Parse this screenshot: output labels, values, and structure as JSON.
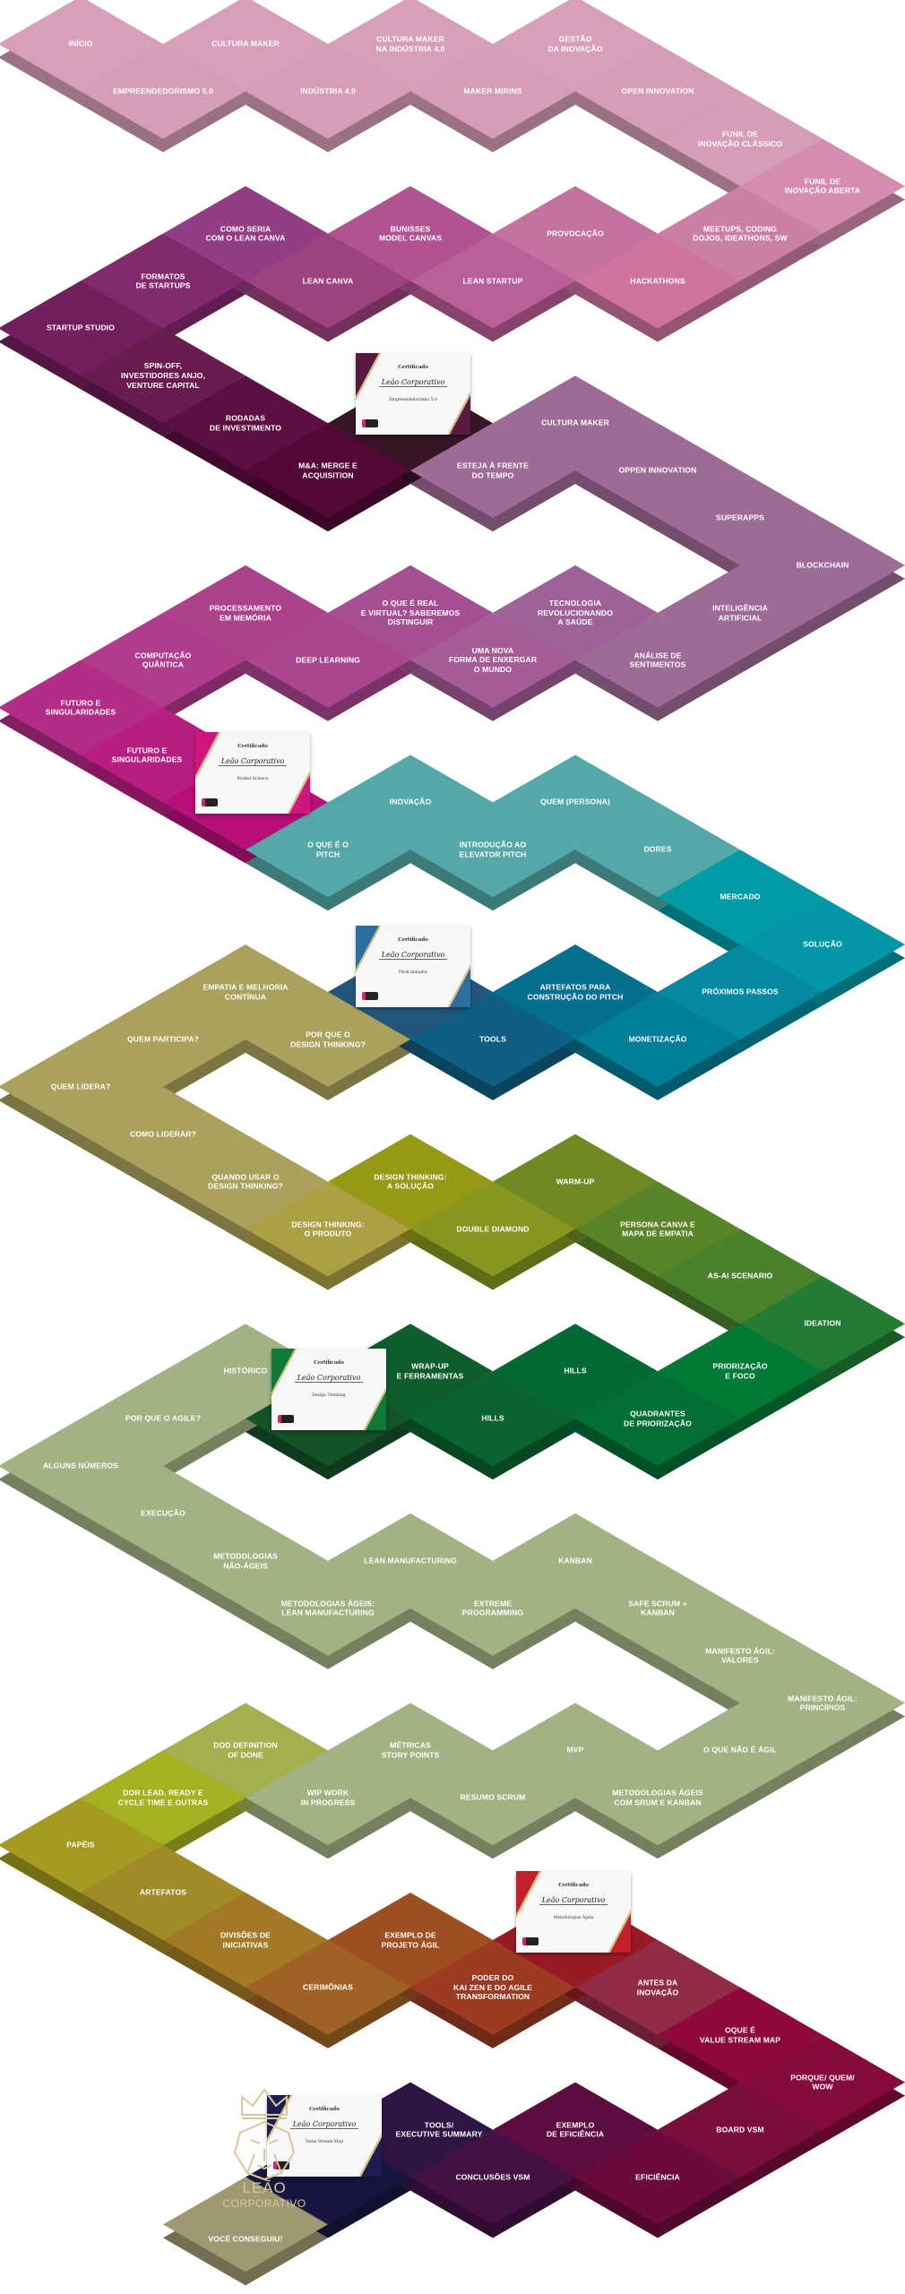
{
  "path": [
    {
      "label": "INÍCIO",
      "color": "#d89fba"
    },
    {
      "label": "EMPREENDEDORISMO 5.0",
      "color": "#d69db8"
    },
    {
      "label": "CULTURA MAKER",
      "color": "#d89fba"
    },
    {
      "label": "INDÚSTRIA 4.0",
      "color": "#d69db8"
    },
    {
      "label": "CULTURA MAKER\nNA INDÚSTRIA 4.0",
      "color": "#d89fba"
    },
    {
      "label": "MAKER MIRINS",
      "color": "#d69db8"
    },
    {
      "label": "GESTÃO\nDA INOVAÇÃO",
      "color": "#d89fba"
    },
    {
      "label": "OPEN INNOVATION",
      "color": "#d69db8"
    },
    {
      "label": "FUNIL DE\nINOVAÇÃO CLÁSSICO",
      "color": "#d69db8"
    },
    {
      "label": "FUNIL DE\nINOVAÇÃO ABERTA",
      "color": "#d48cb0"
    },
    {
      "label": "MEETUPS, CODING\nDOJOS, IDEATHONS, SW",
      "color": "#cc7fa6"
    },
    {
      "label": "HACKATHONS",
      "color": "#cf74a0"
    },
    {
      "label": "PROVOCAÇÃO",
      "color": "#c5719f"
    },
    {
      "label": "LEAN STARTUP",
      "color": "#ba5f98"
    },
    {
      "label": "BUNISSES\nMODEL CANVAS",
      "color": "#b05390"
    },
    {
      "label": "LEAN CANVA",
      "color": "#9e437e"
    },
    {
      "label": "COMO SERIA\nCOM O LEAN CANVA",
      "color": "#933d85"
    },
    {
      "label": "FORMATOS\nDE STARTUPS",
      "color": "#832a6f"
    },
    {
      "label": "STARTUP STUDIO",
      "color": "#741f5d"
    },
    {
      "label": "SPIN-OFF,\nINVESTIDORES ANJO,\nVENTURE CAPITAL",
      "color": "#6a1b50"
    },
    {
      "label": "RODADAS\nDE INVESTIMENTO",
      "color": "#5c0f40"
    },
    {
      "label": "M&A: MERGE E\nACQUISITION",
      "color": "#530835"
    },
    {
      "label": "ESTEJA À FRENTE\nDO TEMPO",
      "color": "#9e6b96"
    },
    {
      "label": "CULTURA MAKER",
      "color": "#9e6b96"
    },
    {
      "label": "OPPEN INNOVATION",
      "color": "#9e6b96"
    },
    {
      "label": "SUPERAPPS",
      "color": "#9e6b96"
    },
    {
      "label": "BLOCKCHAIN",
      "color": "#9e6b96"
    },
    {
      "label": "INTELIGÊNCIA\nARTIFICIAL",
      "color": "#9e6b96"
    },
    {
      "label": "ANÁLISE DE\nSENTIMENTOS",
      "color": "#9e6b96"
    },
    {
      "label": "TECNOLOGIA\nREVOLUCIONANDO\nA SAÚDE",
      "color": "#9e6298"
    },
    {
      "label": "UMA NOVA\nFORMA DE ENXERGAR\nO MUNDO",
      "color": "#a45d97"
    },
    {
      "label": "O QUE É REAL\nE VIRTUAL? SABEREMOS\nDISTINGUIR",
      "color": "#a64f92"
    },
    {
      "label": "DEEP LEARNING",
      "color": "#aa4590"
    },
    {
      "label": "PROCESSAMENTO\nEM MEMÓRIA",
      "color": "#ad428c"
    },
    {
      "label": "COMPUTAÇÃO\nQUÂNTICA",
      "color": "#b13b8c"
    },
    {
      "label": "FUTURO E\nSINGULARIDADES",
      "color": "#b32c87"
    },
    {
      "label": "FUTURO E\nSINGULARIDADES",
      "color": "#b81e81"
    },
    {
      "label": "O QUE É O\nPITCH",
      "color": "#54a8a8"
    },
    {
      "label": "INOVAÇÃO",
      "color": "#54a8a8"
    },
    {
      "label": "INTRODUÇÃO AO\nELEVATOR PITCH",
      "color": "#54a8a8"
    },
    {
      "label": "QUEM (PERSONA)",
      "color": "#54a8a8"
    },
    {
      "label": "DORES",
      "color": "#54a8a8"
    },
    {
      "label": "MERCADO",
      "color": "#009ca5"
    },
    {
      "label": "SOLUÇÃO",
      "color": "#0497a7"
    },
    {
      "label": "PRÓXIMOS PASSOS",
      "color": "#038aa0"
    },
    {
      "label": "MONETIZAÇÃO",
      "color": "#017e98"
    },
    {
      "label": "ARTEFATOS PARA\nCONSTRUÇÃO DO PITCH",
      "color": "#056f8e"
    },
    {
      "label": "TOOLS",
      "color": "#0f5f84"
    },
    {
      "label": "POR QUE O\nDESIGN THINKING?",
      "color": "#aaa25c"
    },
    {
      "label": "EMPATIA E MELHORIA\nCONTÍNUA",
      "color": "#aaa25c"
    },
    {
      "label": "QUEM PARTICIPA?",
      "color": "#aaa25c"
    },
    {
      "label": "QUEM LIDERA?",
      "color": "#aaa25c"
    },
    {
      "label": "COMO LIDERAR?",
      "color": "#aaa25c"
    },
    {
      "label": "QUANDO USAR O\nDESIGN THINKING?",
      "color": "#aaa25c"
    },
    {
      "label": "DESIGN THINKING:\nO PRODUTO",
      "color": "#aba043"
    },
    {
      "label": "DESIGN THINKING:\nA SOLUÇÃO",
      "color": "#949a16"
    },
    {
      "label": "DOUBLE DIAMOND",
      "color": "#86961e"
    },
    {
      "label": "WARM-UP",
      "color": "#6f8a22"
    },
    {
      "label": "PERSONA CANVA E\nMAPA DE EMPATIA",
      "color": "#5a8428"
    },
    {
      "label": "AS-AI SCENARIO",
      "color": "#4a822c"
    },
    {
      "label": "IDEATION",
      "color": "#237c33"
    },
    {
      "label": "PRIORIZAÇÃO\nE FOCO",
      "color": "#017a35"
    },
    {
      "label": "QUADRANTES\nDE PRIORIZAÇÃO",
      "color": "#036f34"
    },
    {
      "label": "HILLS",
      "color": "#046a33"
    },
    {
      "label": "HILLS",
      "color": "#0a6430"
    },
    {
      "label": "WRAP-UP\nE FERRAMENTAS",
      "color": "#0e5d2c"
    },
    {
      "label": "HISTÓRICO",
      "color": "#a2b283"
    },
    {
      "label": "POR QUE O AGILE?",
      "color": "#a2b283"
    },
    {
      "label": "ALGUNS NÚMEROS",
      "color": "#a2b283"
    },
    {
      "label": "EXECUÇÃO",
      "color": "#a2b283"
    },
    {
      "label": "METODOLOGIAS\nNÃO-ÁGEIS",
      "color": "#a2b283"
    },
    {
      "label": "METODOLOGIAS ÁGEIS:\nLEAN MANUFACTURING",
      "color": "#a2b283"
    },
    {
      "label": "LEAN MANUFACTURING",
      "color": "#a2b283"
    },
    {
      "label": "EXTREME\nPROGRAMMING",
      "color": "#a2b283"
    },
    {
      "label": "KANBAN",
      "color": "#a2b283"
    },
    {
      "label": "SAFE SCRUM +\nKANBAN",
      "color": "#a2b283"
    },
    {
      "label": "MANIFESTO ÁGIL:\nVALORES",
      "color": "#a2b283"
    },
    {
      "label": "MANIFESTO ÁGIL:\nPRINCÍPIOS",
      "color": "#a2b283"
    },
    {
      "label": "O QUE NÃO É ÁGIL",
      "color": "#a2b283"
    },
    {
      "label": "METODOLOGIAS ÁGEIS\nCOM SRUM E KANBAN",
      "color": "#a2b283"
    },
    {
      "label": "MVP",
      "color": "#a2b283"
    },
    {
      "label": "RESUMO SCRUM",
      "color": "#a2b283"
    },
    {
      "label": "MÉTRICAS\nSTORY POINTS",
      "color": "#a2b283"
    },
    {
      "label": "WIP WORK\nIN PROGRESS",
      "color": "#a2b283"
    },
    {
      "label": "DOD DEFINITION\nOF DONE",
      "color": "#a3b04d"
    },
    {
      "label": "DOR LEAD, READY E\nCYCLE TIME E OUTRAS",
      "color": "#a5b121"
    },
    {
      "label": "PAPÉIS",
      "color": "#a39b22"
    },
    {
      "label": "ARTEFATOS",
      "color": "#a18b27"
    },
    {
      "label": "DIVISÕES DE\nINICIATIVAS",
      "color": "#a27a25"
    },
    {
      "label": "CERIMÔNIAS",
      "color": "#9f6224"
    },
    {
      "label": "EXEMPLO DE\nPROJETO ÁGIL",
      "color": "#9d4f22"
    },
    {
      "label": "PODER DO\nKAI ZEN E DO AGILE\nTRANSFORMATION",
      "color": "#9c3a22"
    },
    {
      "label": "ANTES DA\nINOVAÇÃO",
      "color": "#912c46"
    },
    {
      "label": "OQUE É\nVALUE STREAM MAP",
      "color": "#8e083c"
    },
    {
      "label": "PORQUE/ QUEM/\nWOW",
      "color": "#870a3d"
    },
    {
      "label": "BOARD VSM",
      "color": "#790d3c"
    },
    {
      "label": "EFICIÊNCIA",
      "color": "#6b0b3c"
    },
    {
      "label": "EXEMPLO\nDE EFICIÊNCIA",
      "color": "#5d0d3f"
    },
    {
      "label": "CONCLUSÕES VSM",
      "color": "#431242"
    },
    {
      "label": "TOOLS/\nEXECUTIVE SUMMARY",
      "color": "#2f1545"
    }
  ],
  "certificates": [
    {
      "heading": "Certificado",
      "brand": "Leão Corporativo",
      "course": "Empreendedorismo 5.0",
      "tile_color": "#381427",
      "accent": "#5a1a40"
    },
    {
      "heading": "Certificado",
      "brand": "Leão Corporativo",
      "course": "Rocket Science",
      "tile_color": "#b80f79",
      "accent": "#d0157f"
    },
    {
      "heading": "Certificado",
      "brand": "Leão Corporativo",
      "course": "Pitch matador",
      "tile_color": "#21557c",
      "accent": "#2a6fa0"
    },
    {
      "heading": "Certificado",
      "brand": "Leão Corporativo",
      "course": "Design Thinking",
      "tile_color": "#145228",
      "accent": "#0e7a3a"
    },
    {
      "heading": "Certificado",
      "brand": "Leão Corporativo",
      "course": "Metodologias Ágeis",
      "tile_color": "#981a24",
      "accent": "#c4202c"
    },
    {
      "heading": "Certificado",
      "brand": "Leão Corporativo",
      "course": "Value Stream Map",
      "tile_color": "#171640",
      "accent": "#1d1d52"
    }
  ],
  "finish": {
    "label": "VOCÊ CONSEGUIU!",
    "color": "#a09870"
  },
  "logo": {
    "line1": "LEÃO",
    "line2": "CORPORATIVO",
    "color": "#d8c79a"
  }
}
